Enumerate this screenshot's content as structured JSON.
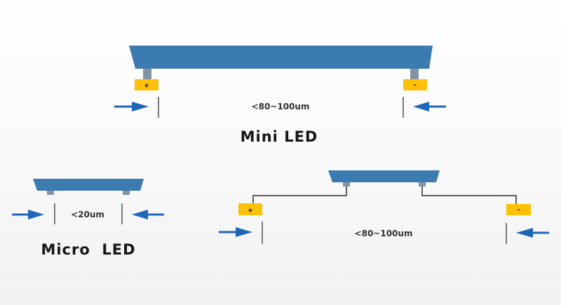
{
  "colors": {
    "chip": "#3b7bb0",
    "post": "#8393a6",
    "pad": "#ffc107",
    "wire": "#5e5e5e",
    "marker": "#7a7a7a",
    "arrow": "#1f66b8",
    "text": "#151515"
  },
  "mini_led": {
    "title": "Mini LED",
    "dimension_label": "<80~100um",
    "pads": {
      "left_sign": "+",
      "right_sign": "-"
    }
  },
  "micro_led": {
    "title": "Micro  LED",
    "dimension_label": "<20um"
  },
  "mini_led_wired": {
    "dimension_label": "<80~100um",
    "pads": {
      "left_sign": "+",
      "right_sign": "-"
    }
  }
}
